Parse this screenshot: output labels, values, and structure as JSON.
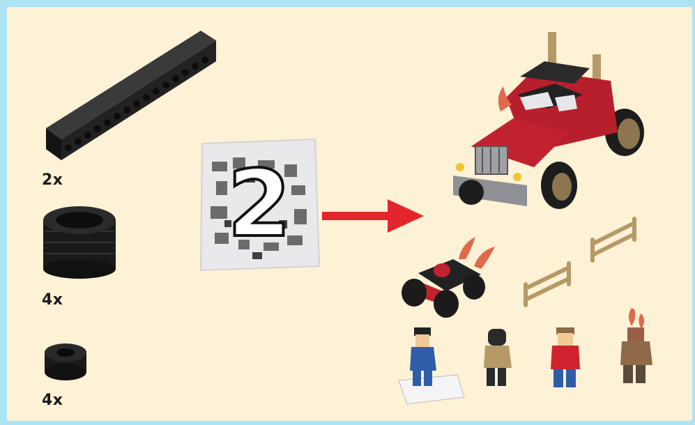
{
  "parts": [
    {
      "name": "technic-beam",
      "qty": "2x"
    },
    {
      "name": "large-tire",
      "qty": "4x"
    },
    {
      "name": "small-tire",
      "qty": "4x"
    }
  ],
  "bag": {
    "number": "2"
  },
  "colors": {
    "background_border": "#aee3f4",
    "panel": "#fdf1d6",
    "arrow": "#e3262b",
    "black_part": "#1e1e1e",
    "red_part": "#c0232f",
    "tan_part": "#b59a66"
  }
}
